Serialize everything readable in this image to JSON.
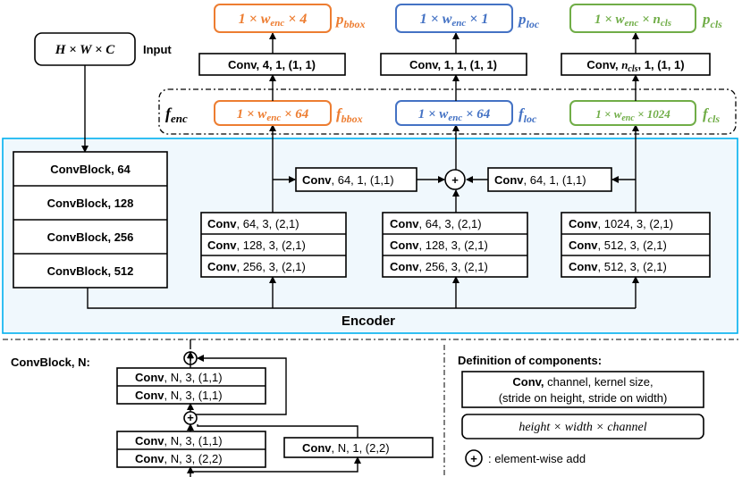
{
  "colors": {
    "orange": "#ed7d31",
    "blue": "#4472c4",
    "green": "#70ad47",
    "cyan": "#00b0f0",
    "encoder_fill": "#f0f8fd"
  },
  "input": {
    "dims": "H × W × C",
    "label": "Input"
  },
  "encoder": {
    "label": "Encoder"
  },
  "convblocks": [
    "ConvBlock, 64",
    "ConvBlock, 128",
    "ConvBlock, 256",
    "ConvBlock, 512"
  ],
  "outputs": {
    "bbox": {
      "shape": "1 × w_enc × 4",
      "name": "p_bbox"
    },
    "loc": {
      "shape": "1 × w_enc × 1",
      "name": "p_loc"
    },
    "cls": {
      "shape": "1 × w_enc × n_cls",
      "name": "p_cls"
    }
  },
  "heads": {
    "bbox": {
      "word": "Conv",
      "rest": ", 4, 1, (1, 1)"
    },
    "loc": {
      "word": "Conv",
      "rest": ", 1, 1, (1, 1)"
    },
    "cls": {
      "word": "Conv",
      "rest": ", n_cls, 1, (1, 1)"
    }
  },
  "features": {
    "enc": "f_enc",
    "bbox": {
      "shape": "1 × w_enc × 64",
      "name": "f_bbox"
    },
    "loc": {
      "shape": "1 × w_enc × 64",
      "name": "f_loc"
    },
    "cls": {
      "shape": "1 × w_enc × 1024",
      "name": "f_cls"
    }
  },
  "fusion": {
    "left": {
      "word": "Conv",
      "rest": ", 64, 1, (1,1)"
    },
    "right": {
      "word": "Conv",
      "rest": ", 64, 1, (1,1)"
    }
  },
  "stacks": {
    "bbox": [
      {
        "word": "Conv",
        "rest": ", 64, 3, (2,1)"
      },
      {
        "word": "Conv",
        "rest": ", 128, 3, (2,1)"
      },
      {
        "word": "Conv",
        "rest": ", 256, 3, (2,1)"
      }
    ],
    "loc": [
      {
        "word": "Conv",
        "rest": ", 64, 3, (2,1)"
      },
      {
        "word": "Conv",
        "rest": ", 128, 3, (2,1)"
      },
      {
        "word": "Conv",
        "rest": ", 256, 3, (2,1)"
      }
    ],
    "cls": [
      {
        "word": "Conv",
        "rest": ", 1024, 3, (2,1)"
      },
      {
        "word": "Conv",
        "rest": ", 512, 3, (2,1)"
      },
      {
        "word": "Conv",
        "rest": ", 512, 3, (2,1)"
      }
    ]
  },
  "convblock_def": {
    "title": "ConvBlock, N:",
    "top": [
      {
        "word": "Conv",
        "rest": ", N, 3, (1,1)"
      },
      {
        "word": "Conv",
        "rest": ", N, 3, (1,1)"
      }
    ],
    "bottom": [
      {
        "word": "Conv",
        "rest": ", N, 3, (1,1)"
      },
      {
        "word": "Conv",
        "rest": ", N, 3, (2,2)"
      }
    ],
    "shortcut": {
      "word": "Conv",
      "rest": ", N, 1, (2,2)"
    }
  },
  "definitions": {
    "title": "Definition of components:",
    "conv_word": "Conv,",
    "conv_line1": " channel, kernel size,",
    "conv_line2": "(stride on height, stride on width)",
    "tensor": "height × width × channel",
    "add": ": element-wise add"
  }
}
